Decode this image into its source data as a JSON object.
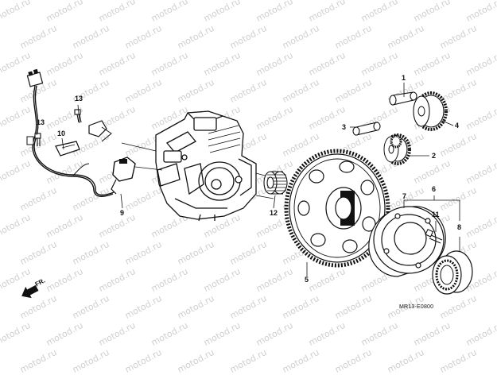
{
  "watermark": {
    "text": "motod.ru"
  },
  "direction_marker": {
    "text": "FR.",
    "icon": "front-direction-arrow-icon"
  },
  "diagram_code": "MR13-E0800",
  "callouts": [
    {
      "id": "callout-1",
      "label": "1"
    },
    {
      "id": "callout-2",
      "label": "2"
    },
    {
      "id": "callout-3",
      "label": "3"
    },
    {
      "id": "callout-4",
      "label": "4"
    },
    {
      "id": "callout-5",
      "label": "5"
    },
    {
      "id": "callout-6",
      "label": "6"
    },
    {
      "id": "callout-7",
      "label": "7"
    },
    {
      "id": "callout-8",
      "label": "8"
    },
    {
      "id": "callout-9",
      "label": "9"
    },
    {
      "id": "callout-10",
      "label": "10"
    },
    {
      "id": "callout-11",
      "label": "11"
    },
    {
      "id": "callout-12",
      "label": "12"
    },
    {
      "id": "callout-13a",
      "label": "13"
    },
    {
      "id": "callout-13b",
      "label": "13"
    }
  ]
}
